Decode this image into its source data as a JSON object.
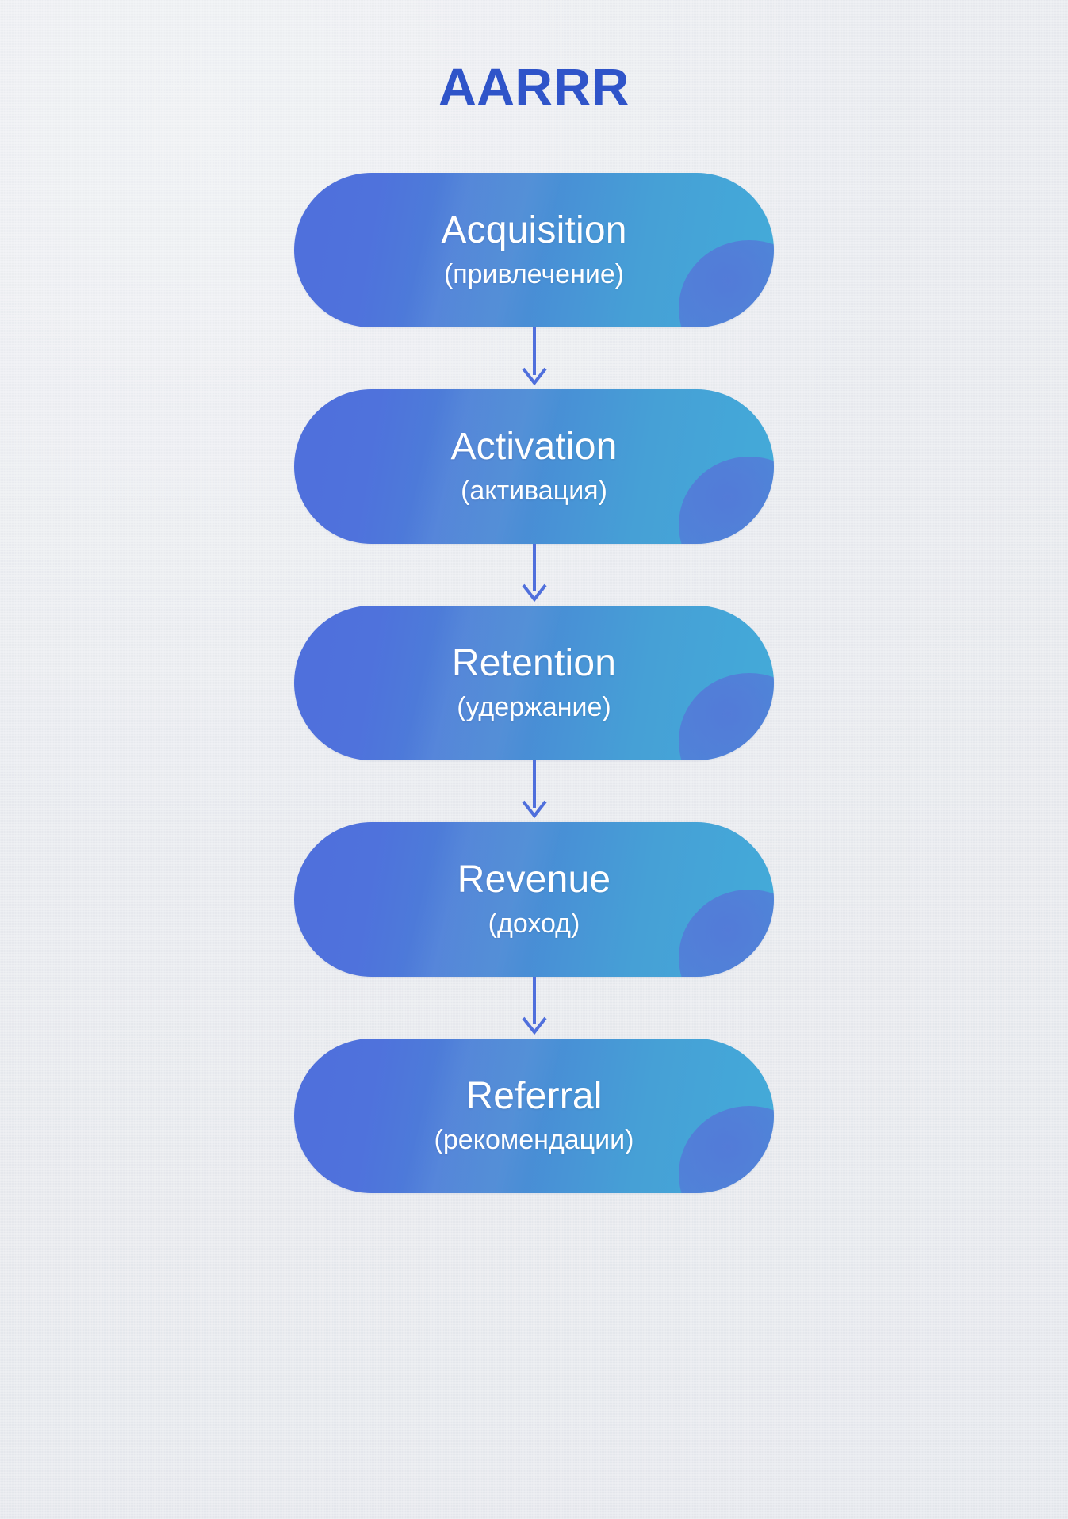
{
  "page": {
    "title": "AARRR",
    "background_color": "#e9ebef",
    "title_color": "#2f54c9"
  },
  "theme": {
    "pill_gradient_start": "#4f6fdc",
    "pill_gradient_end": "#43abd9",
    "pill_text_color": "#ffffff",
    "arrow_color": "#4f6fdc",
    "blob_color": "#5c60d8"
  },
  "diagram": {
    "type": "vertical-funnel",
    "connector_icon": "down-arrow-icon",
    "steps": [
      {
        "label": "Acquisition",
        "sub": "(привлечение)"
      },
      {
        "label": "Activation",
        "sub": "(активация)"
      },
      {
        "label": "Retention",
        "sub": "(удержание)"
      },
      {
        "label": "Revenue",
        "sub": "(доход)"
      },
      {
        "label": "Referral",
        "sub": "(рекомендации)"
      }
    ]
  }
}
